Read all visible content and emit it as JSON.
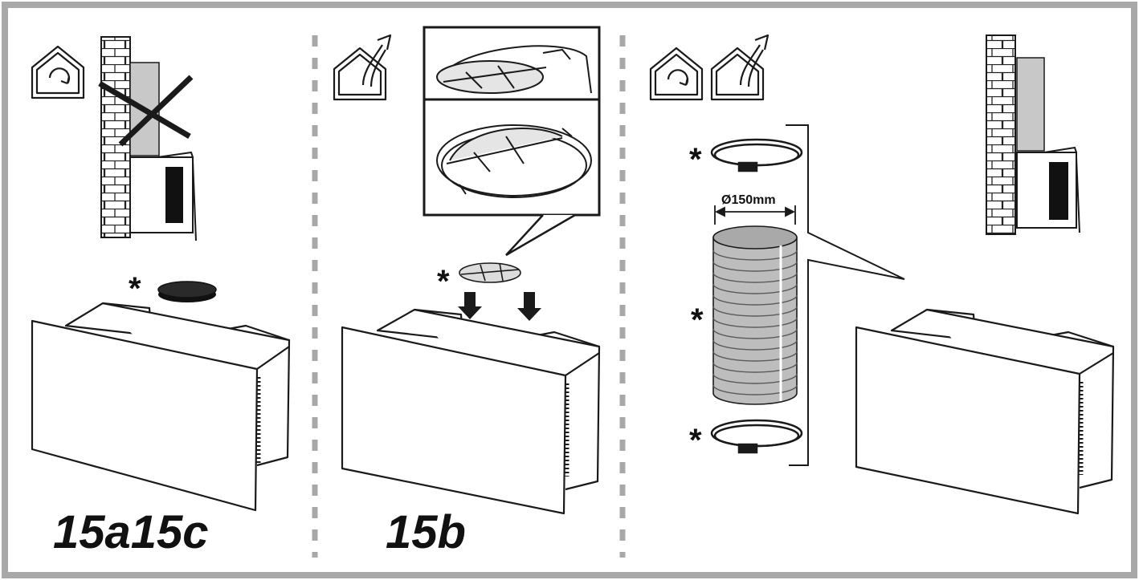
{
  "labels": {
    "step_left": "15a15c",
    "step_middle": "15b",
    "duct_diameter": "Ø150mm",
    "asterisk": "*"
  },
  "icons": {
    "recirculation": "recirculation-house-icon",
    "extraction": "extraction-house-icon",
    "not_allowed": "cross-mark-icon"
  },
  "colors": {
    "frame": "#a8a8a8",
    "divider": "#a8a8a8",
    "line": "#1a1a1a",
    "chimney_fill": "#c8c8c8",
    "duct_fill": "#bdbdbd",
    "filter_fill": "#1e1e1e"
  }
}
